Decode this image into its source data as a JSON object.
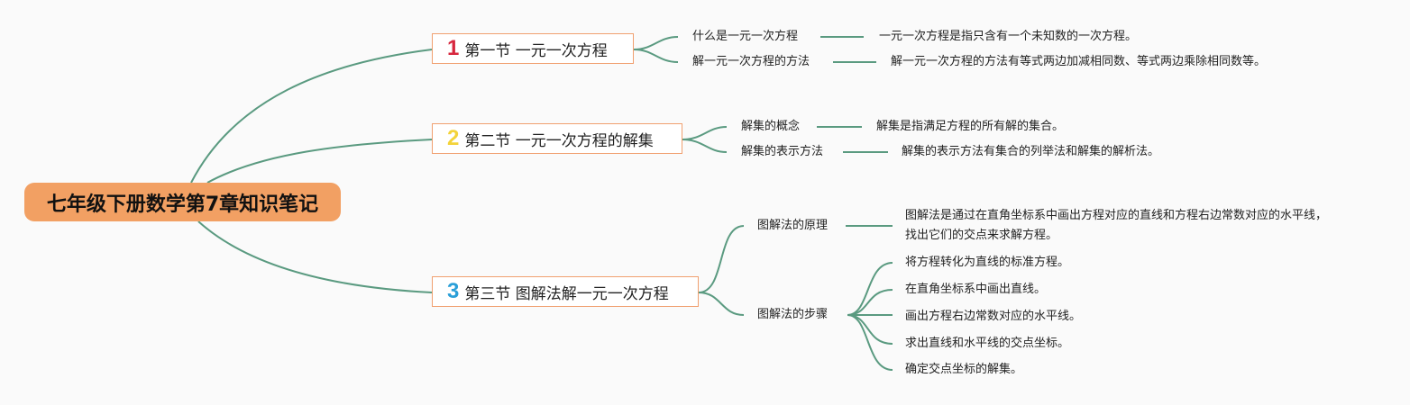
{
  "root": {
    "title": "七年级下册数学第7章知识笔记",
    "color": "#f2a063"
  },
  "line_color": "#5a9a80",
  "sections": [
    {
      "number": "1",
      "number_color": "#d7263d",
      "title": "第一节 一元一次方程",
      "topics": [
        {
          "label": "什么是一元一次方程",
          "detail": "一元一次方程是指只含有一个未知数的一次方程。"
        },
        {
          "label": "解一元一次方程的方法",
          "detail": "解一元一次方程的方法有等式两边加减相同数、等式两边乘除相同数等。"
        }
      ]
    },
    {
      "number": "2",
      "number_color": "#f3d33a",
      "title": "第二节 一元一次方程的解集",
      "topics": [
        {
          "label": "解集的概念",
          "detail": "解集是指满足方程的所有解的集合。"
        },
        {
          "label": "解集的表示方法",
          "detail": "解集的表示方法有集合的列举法和解集的解析法。"
        }
      ]
    },
    {
      "number": "3",
      "number_color": "#2a9fd8",
      "title": "第三节 图解法解一元一次方程",
      "topics": [
        {
          "label": "图解法的原理",
          "detail": "图解法是通过在直角坐标系中画出方程对应的直线和方程右边常数对应的水平线，找出它们的交点来求解方程。"
        },
        {
          "label": "图解法的步骤",
          "steps": [
            "将方程转化为直线的标准方程。",
            "在直角坐标系中画出直线。",
            "画出方程右边常数对应的水平线。",
            "求出直线和水平线的交点坐标。",
            "确定交点坐标的解集。"
          ]
        }
      ]
    }
  ]
}
